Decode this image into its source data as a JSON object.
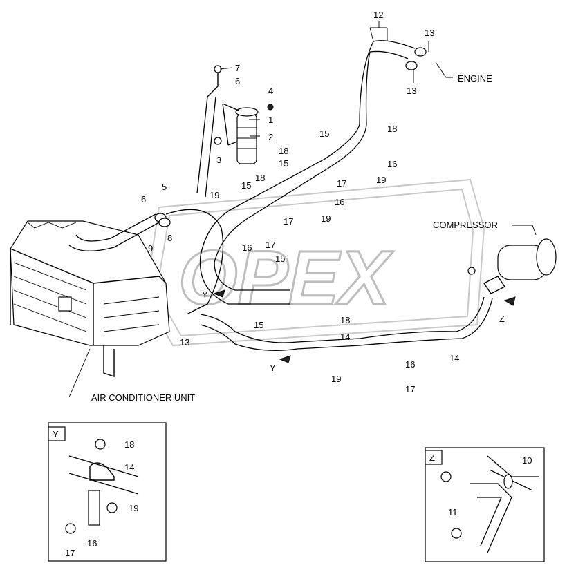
{
  "labels": {
    "engine": "ENGINE",
    "compressor": "COMPRESSOR",
    "air_conditioner_unit": "AIR CONDITIONER UNIT",
    "detail_y": "Y",
    "detail_z": "Z",
    "arrow_y_1": "Y",
    "arrow_y_2": "Y",
    "arrow_z": "Z"
  },
  "callouts": {
    "c1": "1",
    "c2": "2",
    "c3": "3",
    "c4": "4",
    "c5": "5",
    "c6a": "6",
    "c6b": "6",
    "c7": "7",
    "c8": "8",
    "c9": "9",
    "c12": "12",
    "c13a": "13",
    "c13b": "13",
    "c13c": "13",
    "c14a": "14",
    "c14b": "14",
    "c15a": "15",
    "c15b": "15",
    "c15c": "15",
    "c15d": "15",
    "c15e": "15",
    "c16a": "16",
    "c16b": "16",
    "c16c": "16",
    "c16d": "16",
    "c17a": "17",
    "c17b": "17",
    "c17c": "17",
    "c17d": "17",
    "c18a": "18",
    "c18b": "18",
    "c18c": "18",
    "c18d": "18",
    "c19a": "19",
    "c19b": "19",
    "c19c": "19",
    "c19d": "19",
    "y14": "14",
    "y16": "16",
    "y17": "17",
    "y18": "18",
    "y19": "19",
    "z10": "10",
    "z11": "11"
  },
  "watermark": "OPEX"
}
